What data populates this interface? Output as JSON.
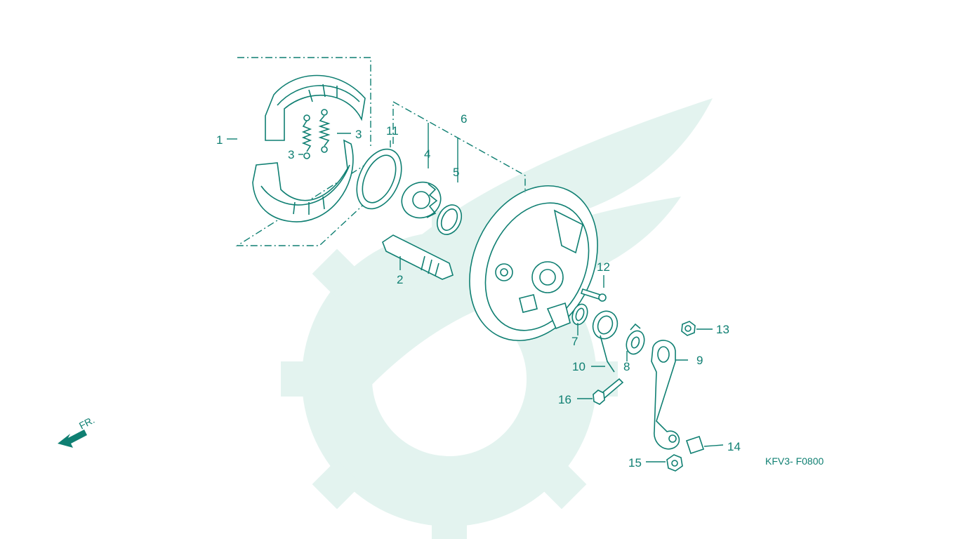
{
  "diagram": {
    "code": "KFV3- F0800",
    "direction": "FR.",
    "accent_color": "#0f7f72",
    "watermark_color": "#e3f3ef",
    "callouts": [
      {
        "id": "1",
        "text": "1"
      },
      {
        "id": "2",
        "text": "2"
      },
      {
        "id": "3a",
        "text": "3"
      },
      {
        "id": "3b",
        "text": "3"
      },
      {
        "id": "4",
        "text": "4"
      },
      {
        "id": "5",
        "text": "5"
      },
      {
        "id": "6",
        "text": "6"
      },
      {
        "id": "7",
        "text": "7"
      },
      {
        "id": "8",
        "text": "8"
      },
      {
        "id": "9",
        "text": "9"
      },
      {
        "id": "10",
        "text": "10"
      },
      {
        "id": "11",
        "text": "11"
      },
      {
        "id": "12",
        "text": "12"
      },
      {
        "id": "13",
        "text": "13"
      },
      {
        "id": "14",
        "text": "14"
      },
      {
        "id": "15",
        "text": "15"
      },
      {
        "id": "16",
        "text": "16"
      }
    ]
  }
}
